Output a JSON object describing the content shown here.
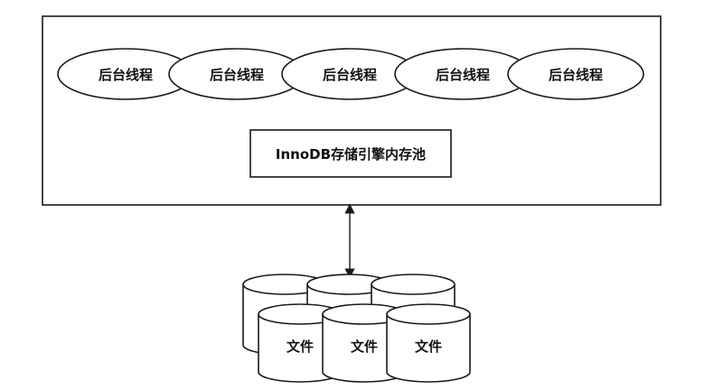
{
  "threads": [
    "后台线程",
    "后台线程",
    "后台线程",
    "后台线程",
    "后台线程"
  ],
  "memory_pool": {
    "label": "InnoDB存储引擎内存池"
  },
  "files": [
    "文件",
    "文件",
    "文件"
  ]
}
